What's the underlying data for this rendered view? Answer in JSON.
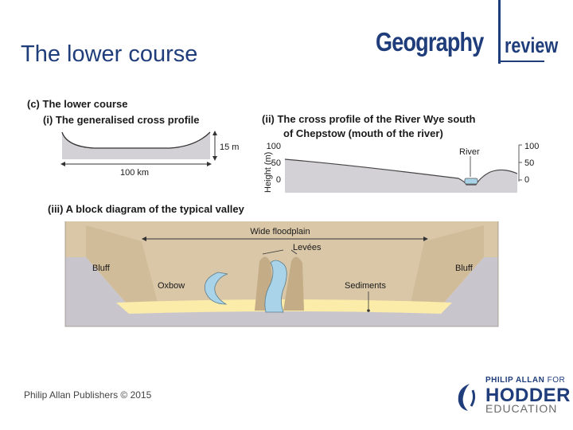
{
  "slide": {
    "title": "The lower course",
    "footer": "Philip Allan Publishers © 2015"
  },
  "logo": {
    "main": "Geography",
    "sub": "review"
  },
  "publisher_logo": {
    "line1": "PHILIP ALLAN",
    "line1_suffix": "FOR",
    "line2": "HODDER",
    "line3": "EDUCATION"
  },
  "diagram": {
    "heading": "(c) The lower course",
    "part_i": {
      "title": "(i) The generalised cross profile",
      "height_label": "15 m",
      "width_label": "100 km"
    },
    "part_ii": {
      "title_line1": "(ii) The cross profile of the River Wye south",
      "title_line2": "of Chepstow (mouth of the river)",
      "ylabel": "Height (m)",
      "ticks": [
        "100",
        "50",
        "0"
      ],
      "river_label": "River"
    },
    "part_iii": {
      "title": "(iii) A block diagram of the typical valley",
      "floodplain": "Wide floodplain",
      "levees": "Levées",
      "bluff_left": "Bluff",
      "bluff_right": "Bluff",
      "oxbow": "Oxbow",
      "sediments": "Sediments"
    },
    "colors": {
      "land": "#d9c7a8",
      "bedrock": "#c9c5cc",
      "water": "#a9d3e8",
      "sediment": "#fbecaa",
      "cross_section": "#d3d0d6"
    }
  }
}
